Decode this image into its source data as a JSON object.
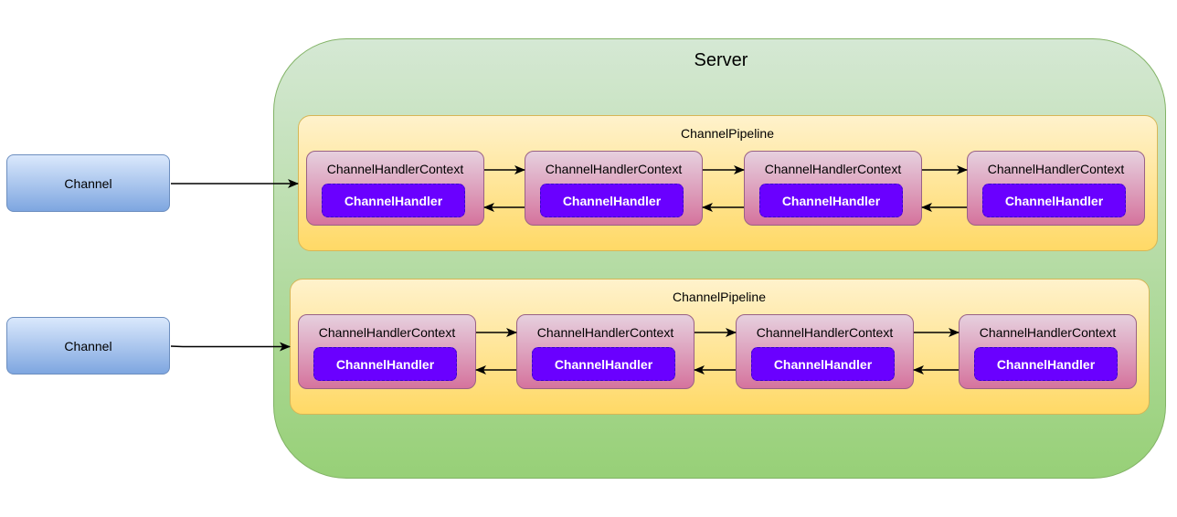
{
  "server": {
    "title": "Server"
  },
  "channels": [
    {
      "label": "Channel"
    },
    {
      "label": "Channel"
    }
  ],
  "pipelines": [
    {
      "label": "ChannelPipeline",
      "contexts": [
        {
          "label": "ChannelHandlerContext",
          "handler": "ChannelHandler"
        },
        {
          "label": "ChannelHandlerContext",
          "handler": "ChannelHandler"
        },
        {
          "label": "ChannelHandlerContext",
          "handler": "ChannelHandler"
        },
        {
          "label": "ChannelHandlerContext",
          "handler": "ChannelHandler"
        }
      ]
    },
    {
      "label": "ChannelPipeline",
      "contexts": [
        {
          "label": "ChannelHandlerContext",
          "handler": "ChannelHandler"
        },
        {
          "label": "ChannelHandlerContext",
          "handler": "ChannelHandler"
        },
        {
          "label": "ChannelHandlerContext",
          "handler": "ChannelHandler"
        },
        {
          "label": "ChannelHandlerContext",
          "handler": "ChannelHandler"
        }
      ]
    }
  ],
  "colors": {
    "server_fill": "#d5e8d4",
    "pipeline_fill": "#fff2cc",
    "channel_fill": "#dae8fc",
    "context_fill": "#e6d0de",
    "handler_fill": "#6a00ff"
  }
}
